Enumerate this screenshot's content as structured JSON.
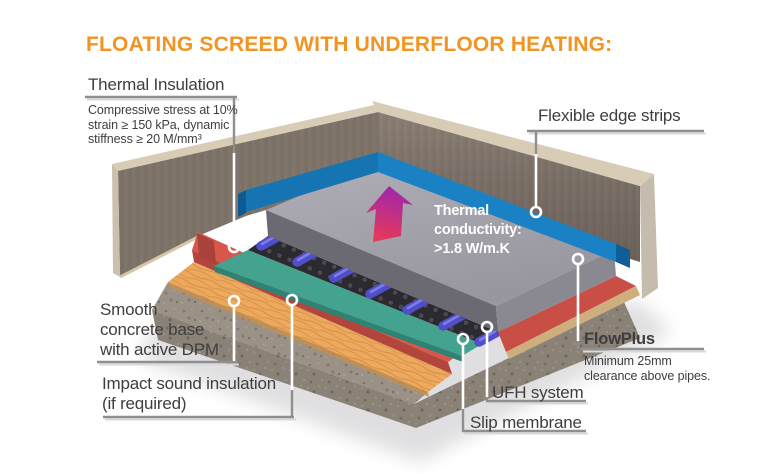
{
  "title": "FLOATING SCREED WITH UNDERFLOOR HEATING:",
  "labels": {
    "thermal_insulation": {
      "title": "Thermal Insulation",
      "line1": "Compressive stress at 10%",
      "line2": "strain ≥ 150 kPa, dynamic",
      "line3": "stiffness ≥ 20 M/mm³"
    },
    "flexible_edge_strips": {
      "title": "Flexible edge strips"
    },
    "thermal_conductivity": {
      "line1": "Thermal",
      "line2": "conductivity:",
      "line3": ">1.8 W/m.K"
    },
    "smooth_concrete": {
      "line1": "Smooth",
      "line2": "concrete base",
      "line3": "with active DPM"
    },
    "impact_sound": {
      "line1": "Impact sound insulation",
      "line2": "(if required)"
    },
    "flowplus": {
      "title": "FlowPlus",
      "line1": "Minimum 25mm",
      "line2": "clearance above pipes."
    },
    "ufh_system": {
      "title": "UFH system"
    },
    "slip_membrane": {
      "title": "Slip membrane"
    }
  },
  "colors": {
    "accent_orange": "#F39422",
    "label_text": "#3E3E3E",
    "leader_gray": "#8F8F8F",
    "leader_white": "#FFFFFF",
    "edge_strip_blue": "#1A82C4",
    "screed_gray": "#A3A2AA",
    "ufh_panel_black": "#2B2A2F",
    "pipe_blue": "#504ECB",
    "slip_membrane_teal": "#43A38F",
    "insulation_red": "#D8574B",
    "impact_sound_orange": "#EDAA5E",
    "concrete_gray": "#968E82",
    "wall_brown": "#8A7E74",
    "arrow_top": "#A428A5",
    "arrow_bottom": "#EE3A52"
  }
}
